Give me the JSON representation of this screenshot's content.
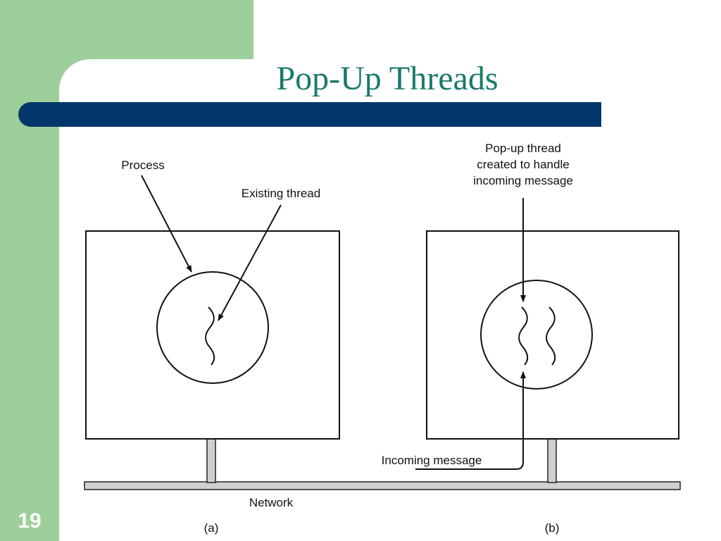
{
  "slide": {
    "title": "Pop-Up Threads",
    "number": "19"
  },
  "colors": {
    "sidebar": "#9dcf9b",
    "title_bar": "#00366a",
    "title_text": "#1a7a6c",
    "network_fill": "#d0d0d0"
  },
  "diagram": {
    "labels": {
      "process": "Process",
      "existing_thread": "Existing thread",
      "popup_line1": "Pop-up thread",
      "popup_line2": "created to handle",
      "popup_line3": "incoming message",
      "incoming_message": "Incoming message",
      "network": "Network",
      "caption_a": "(a)",
      "caption_b": "(b)"
    }
  }
}
